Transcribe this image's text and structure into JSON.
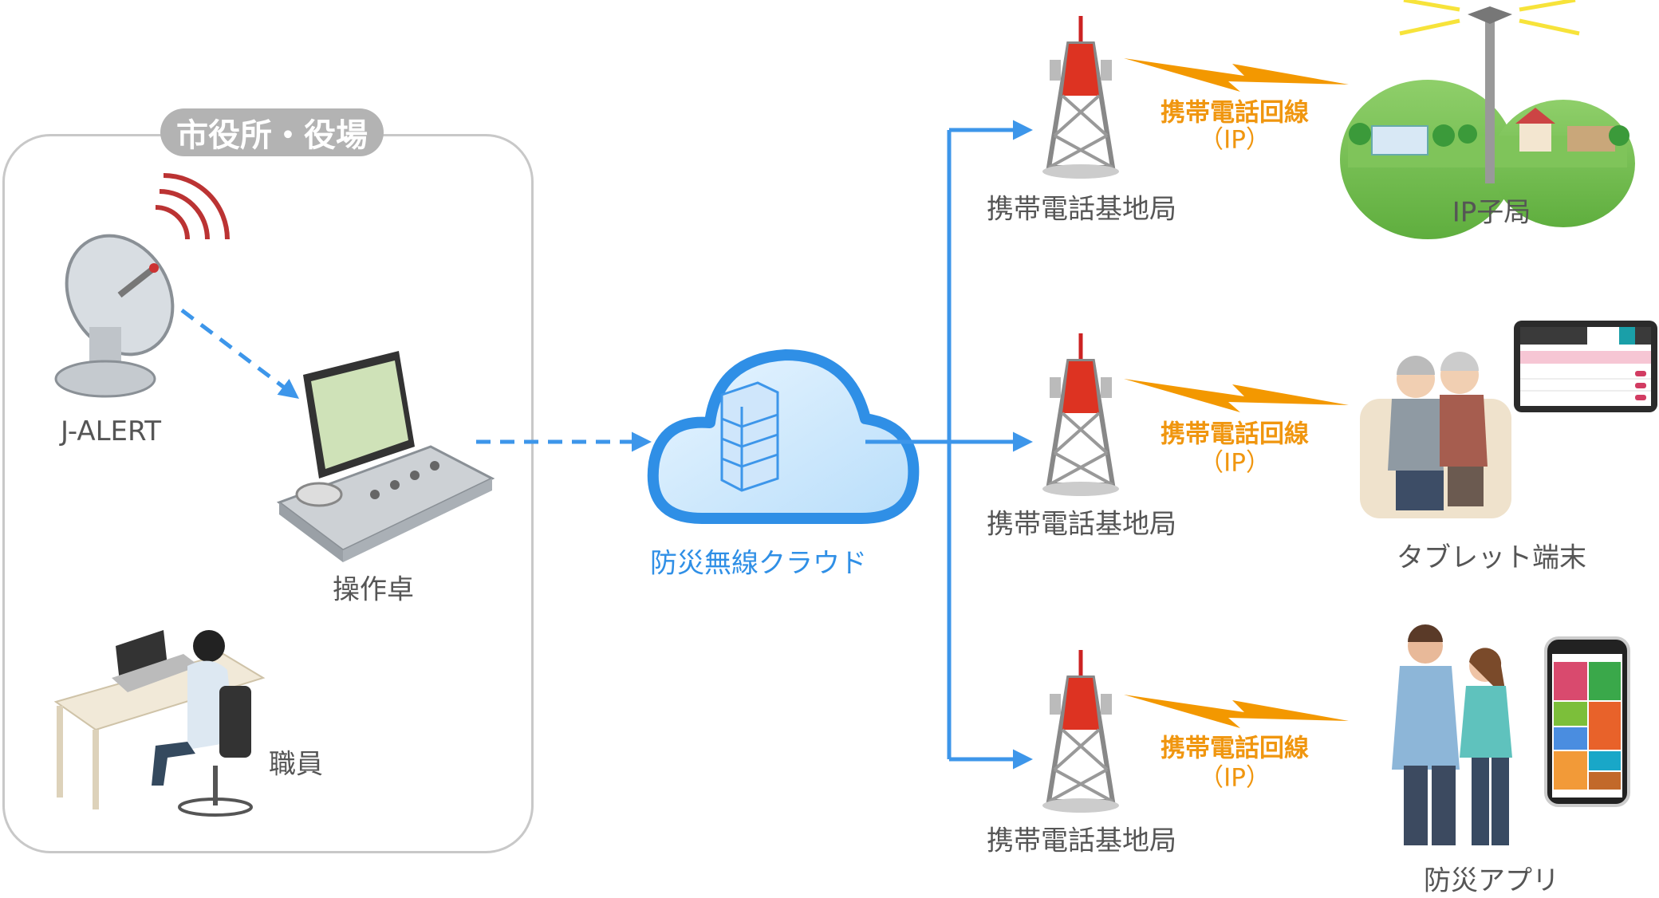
{
  "office": {
    "badge": "市役所・役場"
  },
  "nodes": {
    "jalert": "J-ALERT",
    "console": "操作卓",
    "staff": "職員",
    "cloud": "防災無線クラウド",
    "towers": [
      "携帯電話基地局",
      "携帯電話基地局",
      "携帯電話基地局"
    ],
    "links": [
      {
        "line": "携帯電話回線",
        "proto": "（IP）"
      },
      {
        "line": "携帯電話回線",
        "proto": "（IP）"
      },
      {
        "line": "携帯電話回線",
        "proto": "（IP）"
      }
    ],
    "endpoints": [
      "IP子局",
      "タブレット端末",
      "防災アプリ"
    ]
  },
  "colors": {
    "flow": "#3d96ea",
    "link": "#f39800",
    "label": "#555555",
    "cloud": "#2f8fe6",
    "badge": "#b3b3b3"
  }
}
